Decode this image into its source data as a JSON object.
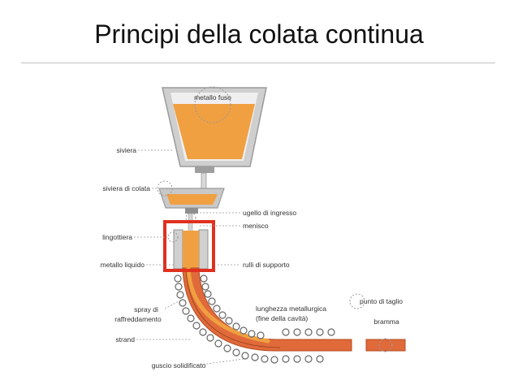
{
  "title": "Principi della colata continua",
  "labels": {
    "metallo_fuso": "metallo fuso",
    "siviera": "siviera",
    "siviera_di_colata": "siviera di colata",
    "ugello_di_ingresso": "ugello di ingresso",
    "menisco": "menisco",
    "lingottiera": "lingottiera",
    "metallo_liquido": "metallo liquido",
    "rulli_di_supporto": "rulli di supporto",
    "spray_line1": "spray di",
    "spray_line2": "raffreddamento",
    "lunghezza_line1": "lunghezza metallurgica",
    "lunghezza_line2": "(fine della cavità)",
    "punto_di_taglio": "punto di taglio",
    "bramma": "bramma",
    "strand": "strand",
    "guscio_solidificato": "guscio solidificato"
  },
  "colors": {
    "molten": "#f0a040",
    "strand": "#e06a3a",
    "highlight": "#e0301e",
    "vessel_grey": "#b8b8b8"
  }
}
